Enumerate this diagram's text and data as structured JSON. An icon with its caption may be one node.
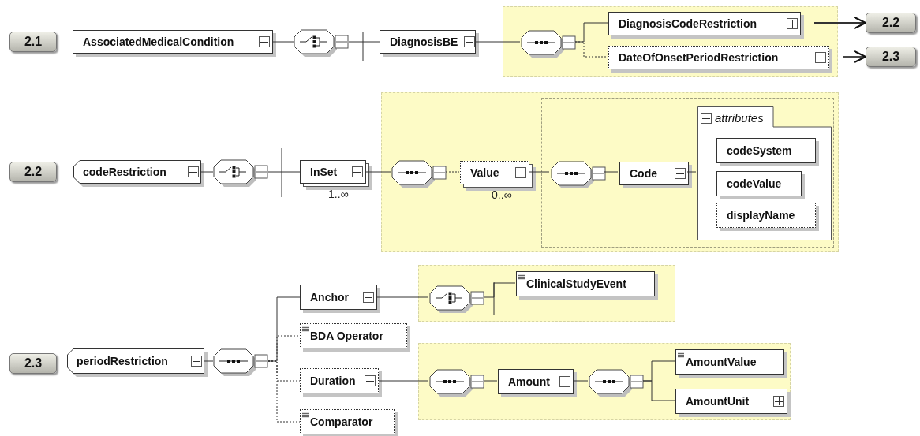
{
  "diagram": {
    "nodes": [
      {
        "text": [
          "2.1"
        ]
      },
      {
        "text": [
          "AssociatedMedicalCondition"
        ]
      },
      {
        "text": [],
        "shape": "octagon"
      },
      {
        "text": [
          "DiagnosisBE"
        ]
      },
      {
        "text": [],
        "shape": "box"
      },
      {
        "text": [],
        "shape": "octagon",
        "in": 4
      },
      {
        "text": [
          "DiagnosisCodeRestriction"
        ],
        "in": 4
      },
      {
        "text": [
          "DateOfOnsetPeriodRestriction"
        ],
        "in": 4
      },
      {
        "text": [
          "2.2"
        ]
      },
      {
        "text": [
          "2.3"
        ]
      },
      {
        "text": [
          "2.2"
        ]
      },
      {
        "text": [
          "codeRestriction"
        ]
      },
      {
        "text": [],
        "shape": "octagon"
      },
      {
        "text": [
          "InSet"
        ],
        "beside": [
          "1..∞"
        ]
      },
      {
        "text": [],
        "shape": "box"
      },
      {
        "text": [],
        "shape": "octagon",
        "in": 14
      },
      {
        "text": [
          "Value"
        ],
        "in": 14,
        "beside": [
          "0..∞"
        ]
      },
      {
        "text": [],
        "shape": "box",
        "in": 14
      },
      {
        "text": [],
        "shape": "octagon",
        "in": 17
      },
      {
        "text": [
          "Code"
        ],
        "in": 17
      },
      {
        "text": [
          "attributes"
        ],
        "in": 17
      },
      {
        "text": [
          "codeSystem"
        ],
        "in": 20
      },
      {
        "text": [
          "codeValue"
        ],
        "in": 20
      },
      {
        "text": [
          "displayName"
        ],
        "in": 20
      },
      {
        "text": [
          "2.3"
        ]
      },
      {
        "text": [
          "periodRestriction"
        ]
      },
      {
        "text": [],
        "shape": "octagon"
      },
      {
        "text": [
          "Anchor"
        ]
      },
      {
        "text": [
          "BDA Operator"
        ]
      },
      {
        "text": [
          "Duration"
        ]
      },
      {
        "text": [
          "Comparator"
        ]
      },
      {
        "text": [],
        "shape": "box"
      },
      {
        "text": [],
        "shape": "octagon",
        "in": 31
      },
      {
        "text": [
          "ClinicalStudyEvent"
        ],
        "in": 31
      },
      {
        "text": [],
        "shape": "box"
      },
      {
        "text": [],
        "shape": "octagon",
        "in": 34
      },
      {
        "text": [
          "Amount"
        ],
        "in": 34
      },
      {
        "text": [],
        "shape": "octagon",
        "in": 34
      },
      {
        "text": [
          "AmountValue"
        ],
        "in": 34
      },
      {
        "text": [
          "AmountUnit"
        ],
        "in": 34
      }
    ],
    "edges": [
      {
        "from": 1,
        "to": 2,
        "arrow": "none"
      },
      {
        "from": 2,
        "to": 3,
        "arrow": "none"
      },
      {
        "from": 3,
        "to": 5,
        "arrow": "none"
      },
      {
        "from": 5,
        "to": 6,
        "arrow": "none"
      },
      {
        "from": 5,
        "to": 7,
        "arrow": "none",
        "style": "dashed"
      },
      {
        "from": 6,
        "to": 8,
        "arrow": "to"
      },
      {
        "from": 7,
        "to": 9,
        "arrow": "to"
      },
      {
        "from": 11,
        "to": 12,
        "arrow": "none"
      },
      {
        "from": 12,
        "to": 13,
        "arrow": "none"
      },
      {
        "from": 13,
        "to": 15,
        "arrow": "none"
      },
      {
        "from": 15,
        "to": 16,
        "arrow": "none",
        "style": "dashed"
      },
      {
        "from": 16,
        "to": 18,
        "arrow": "none"
      },
      {
        "from": 18,
        "to": 19,
        "arrow": "none"
      },
      {
        "from": 19,
        "to": 20,
        "arrow": "none"
      },
      {
        "from": 25,
        "to": 26,
        "arrow": "none"
      },
      {
        "from": 26,
        "to": 27,
        "arrow": "none"
      },
      {
        "from": 26,
        "to": 28,
        "arrow": "none",
        "style": "dashed"
      },
      {
        "from": 26,
        "to": 29,
        "arrow": "none",
        "style": "dashed"
      },
      {
        "from": 26,
        "to": 30,
        "arrow": "none",
        "style": "dashed"
      },
      {
        "from": 27,
        "to": 32,
        "arrow": "none"
      },
      {
        "from": 32,
        "to": 33,
        "arrow": "none"
      },
      {
        "from": 29,
        "to": 35,
        "arrow": "none"
      },
      {
        "from": 35,
        "to": 36,
        "arrow": "none"
      },
      {
        "from": 36,
        "to": 37,
        "arrow": "none"
      },
      {
        "from": 37,
        "to": 38,
        "arrow": "none"
      },
      {
        "from": 37,
        "to": 39,
        "arrow": "none"
      }
    ]
  }
}
